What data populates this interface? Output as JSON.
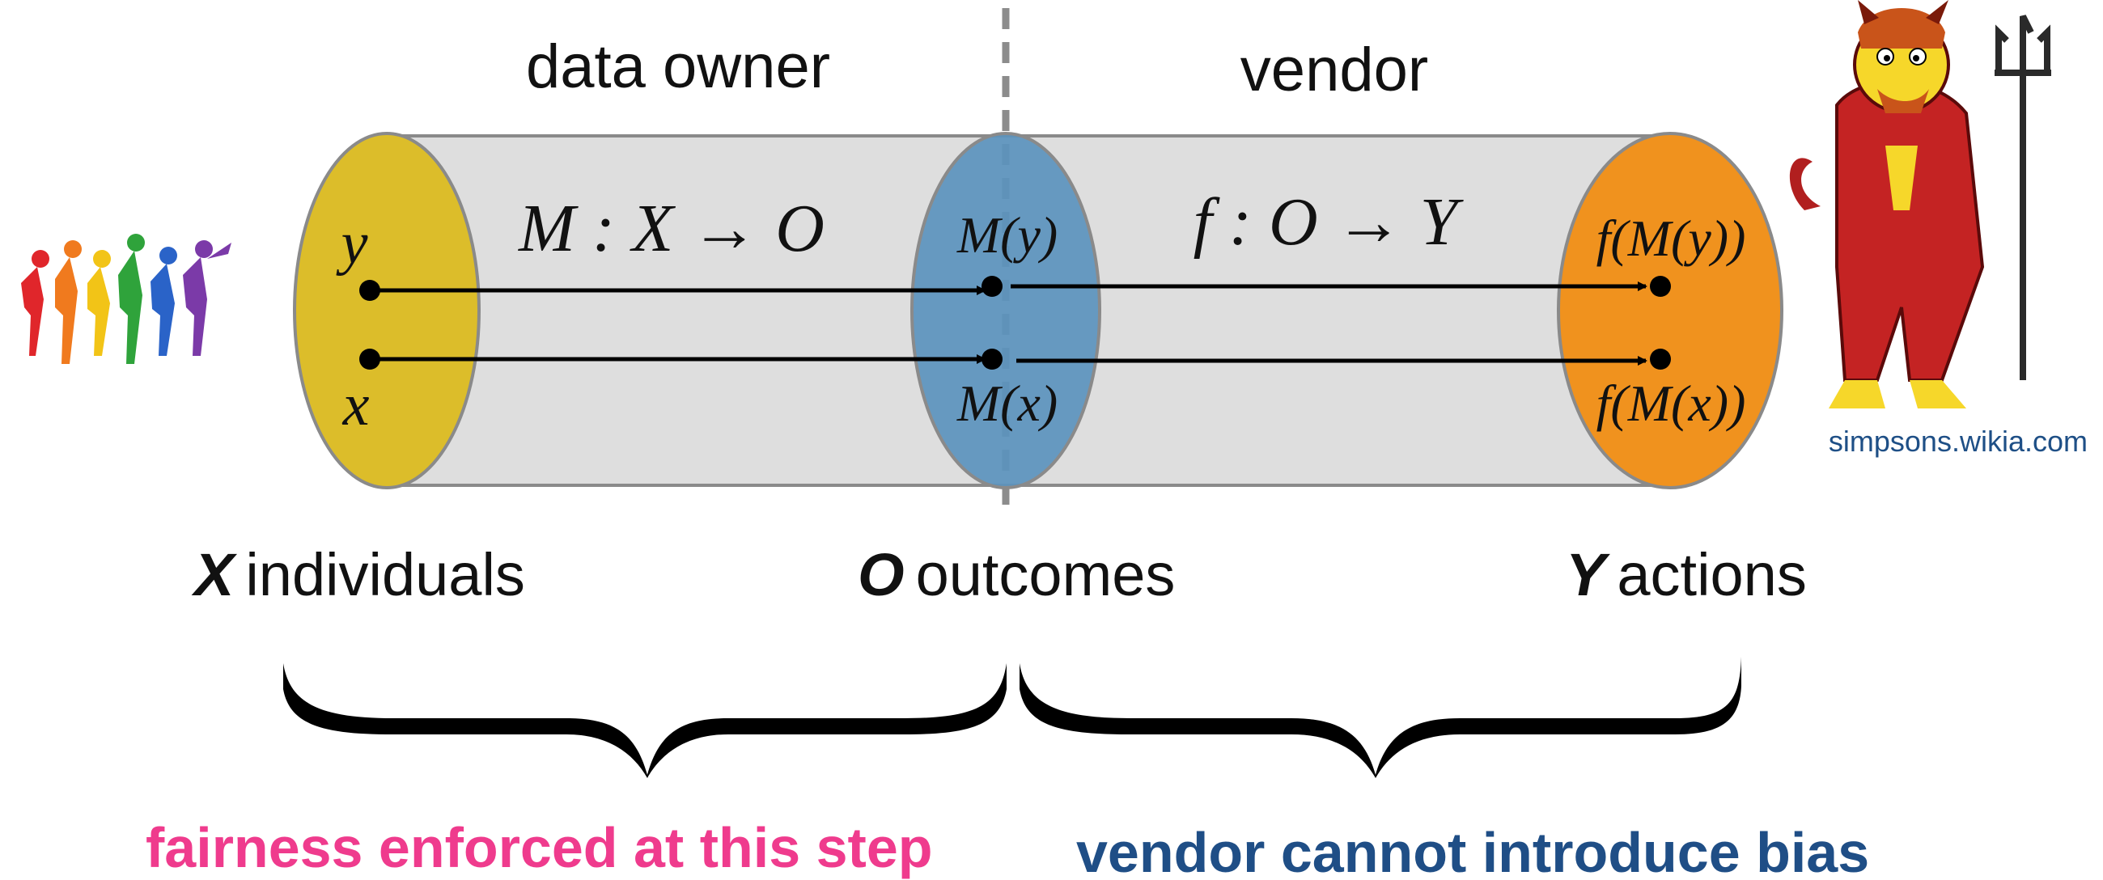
{
  "headers": {
    "left": "data owner",
    "right": "vendor"
  },
  "mappings": {
    "m": "M : X → O",
    "f": "f : O → Y"
  },
  "points": {
    "y": "y",
    "x": "x",
    "m_y": "M(y)",
    "m_x": "M(x)",
    "f_m_y": "f(M(y))",
    "f_m_x": "f(M(x))"
  },
  "sets": {
    "x": {
      "symbol": "X",
      "label": "individuals"
    },
    "o": {
      "symbol": "O",
      "label": "outcomes"
    },
    "y": {
      "symbol": "Y",
      "label": "actions"
    }
  },
  "credit": "simpsons.wikia.com",
  "captions": {
    "left": "fairness enforced at this step",
    "right": "vendor cannot introduce bias"
  },
  "colors": {
    "tube": "#dedede",
    "tube_stroke": "#8a8a8a",
    "x_ellipse": "#dcbd2a",
    "o_ellipse": "#5b93bd",
    "y_ellipse": "#f0921e",
    "divider": "#8c8c8c",
    "caption_left": "#ef3b8d",
    "caption_right": "#1f4e86"
  },
  "icons": {
    "left_image": "colorful-people-icon",
    "right_image": "devil-character-illustration"
  }
}
